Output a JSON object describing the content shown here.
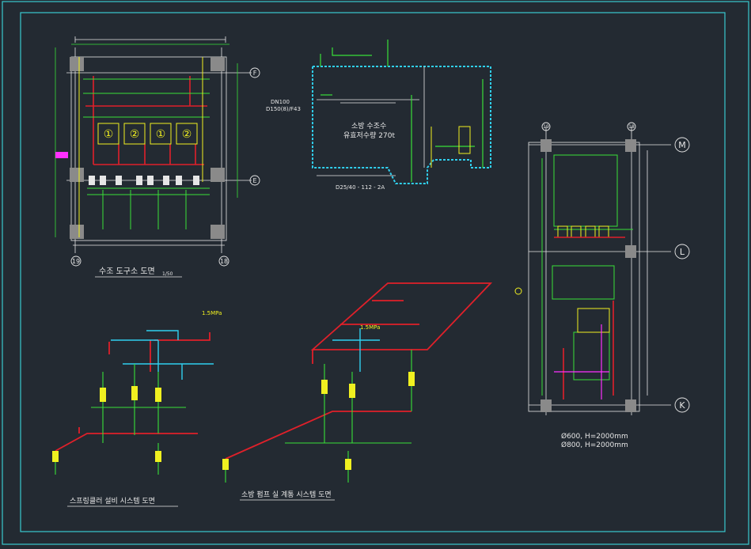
{
  "canvas": {
    "background": "#232a32",
    "frame_color": "#39c9cf",
    "line_colors": {
      "red": "#e0202a",
      "green": "#38e038",
      "yellow": "#f0f020",
      "cyan": "#30d0f0",
      "white": "#e6e6e6",
      "magenta": "#ff30ff",
      "gray": "#8a8a8a"
    }
  },
  "plan_view": {
    "grid_labels": [
      "F",
      "E",
      "19",
      "18"
    ],
    "pump_numbers": [
      "①",
      "②",
      "①",
      "②"
    ],
    "title": "수조 도구소 도면",
    "scale": "1/50"
  },
  "tank_section": {
    "title_lines": [
      "소방 수조수",
      "유효저수량 270t"
    ],
    "pipe_labels": [
      "DN100",
      "D150(8)/F43"
    ],
    "note": "D25/40 - 112 - 2A"
  },
  "right_plan": {
    "grid_labels": [
      "M",
      "L",
      "K",
      "19",
      "18"
    ],
    "dimension_notes": [
      "Ø600, H=2000mm",
      "Ø800, H=2000mm"
    ]
  },
  "isometric_left": {
    "title": "스프링클러 설비 시스템 도면",
    "pressure_label": "1.5MPa"
  },
  "isometric_right": {
    "title": "소방 펌프 실 계통 시스템 도면",
    "pressure_label": "1.5MPa"
  }
}
